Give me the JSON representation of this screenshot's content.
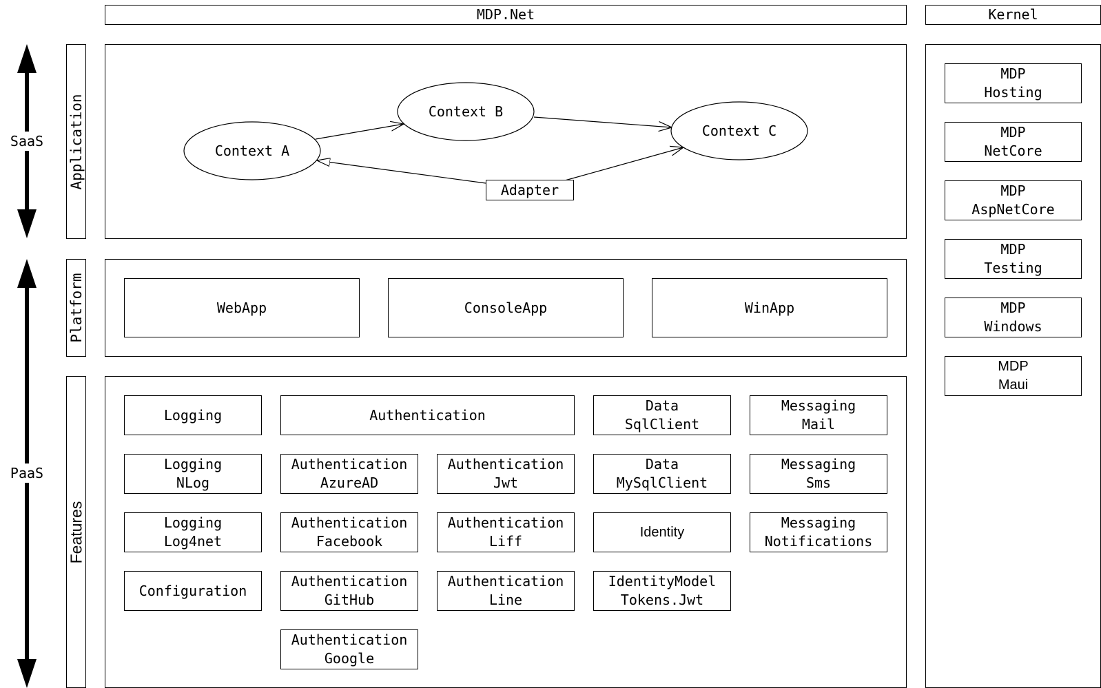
{
  "header": {
    "main_title": "MDP.Net",
    "kernel_title": "Kernel"
  },
  "axis": {
    "saas": "SaaS",
    "paas": "PaaS"
  },
  "layers": {
    "application": "Application",
    "platform": "Platform",
    "features": "Features"
  },
  "application": {
    "context_a": "Context A",
    "context_b": "Context B",
    "context_c": "Context C",
    "adapter": "Adapter"
  },
  "platform": {
    "items": [
      "WebApp",
      "ConsoleApp",
      "WinApp"
    ]
  },
  "features": {
    "logging": "Logging",
    "authentication": "Authentication",
    "data_sqlclient": "Data\nSqlClient",
    "messaging_mail": "Messaging\nMail",
    "logging_nlog": "Logging\nNLog",
    "auth_azuread": "Authentication\nAzureAD",
    "auth_jwt": "Authentication\nJwt",
    "data_mysqlclient": "Data\nMySqlClient",
    "messaging_sms": "Messaging\nSms",
    "logging_log4net": "Logging\nLog4net",
    "auth_facebook": "Authentication\nFacebook",
    "auth_liff": "Authentication\nLiff",
    "identity": "Identity",
    "messaging_notifications": "Messaging\nNotifications",
    "configuration": "Configuration",
    "auth_github": "Authentication\nGitHub",
    "auth_line": "Authentication\nLine",
    "identitymodel_tokens_jwt": "IdentityModel\nTokens.Jwt",
    "auth_google": "Authentication\nGoogle"
  },
  "kernel": {
    "items": [
      "MDP\nHosting",
      "MDP\nNetCore",
      "MDP\nAspNetCore",
      "MDP\nTesting",
      "MDP\nWindows",
      "MDP\nMaui"
    ]
  }
}
